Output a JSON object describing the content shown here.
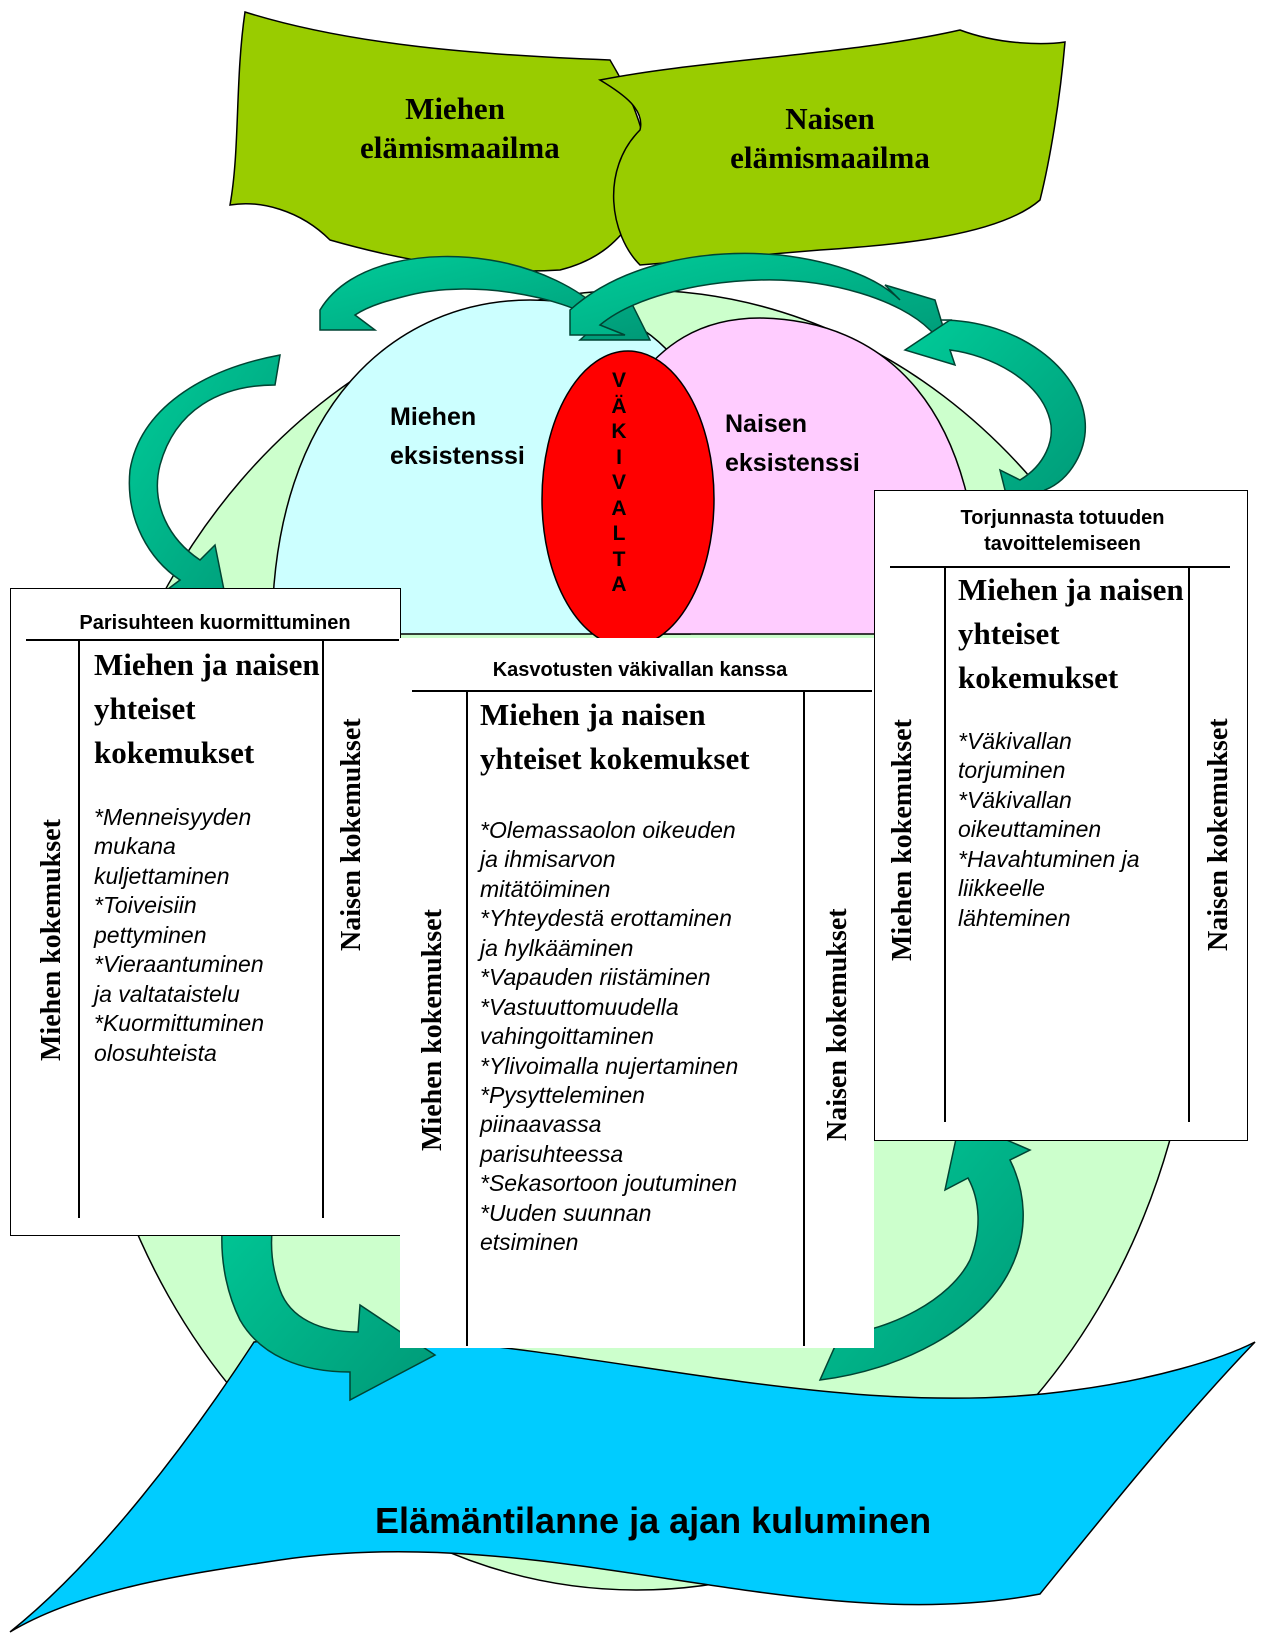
{
  "leaves": {
    "man": "Miehen\nelämismaailma",
    "woman": "Naisen\nelämismaailma"
  },
  "existence": {
    "man": "Miehen\neksistenssi",
    "woman": "Naisen\neksistenssi"
  },
  "violence": "VÄKIVALTA",
  "panels": {
    "left": {
      "title": "Parisuhteen kuormittuminen",
      "shared_title": "Miehen ja naisen\nyhteiset\nkokemukset",
      "man_label": "Miehen kokemukset",
      "woman_label": "Naisen kokemukset",
      "items": [
        "*Menneisyyden\nmukana\nkuljettaminen",
        "*Toiveisiin\npettyminen",
        "*Vieraantuminen\nja valtataistelu",
        "*Kuormittuminen\nolosuhteista"
      ]
    },
    "middle": {
      "title": "Kasvotusten väkivallan kanssa",
      "shared_title": "Miehen ja naisen\nyhteiset kokemukset",
      "man_label": "Miehen kokemukset",
      "woman_label": "Naisen kokemukset",
      "items": [
        "*Olemassaolon oikeuden\nja ihmisarvon\nmitätöiminen",
        "*Yhteydestä erottaminen\nja hylkääminen",
        "*Vapauden riistäminen",
        "*Vastuuttomuudella\nvahingoittaminen",
        "*Ylivoimalla nujertaminen",
        "*Pysytteleminen\npiinaavassa\nparisuhteessa",
        "*Sekasortoon joutuminen",
        "*Uuden suunnan\netsiminen"
      ]
    },
    "right": {
      "title": "Torjunnasta totuuden\ntavoittelemiseen",
      "shared_title": "Miehen ja naisen\nyhteiset\nkokemukset",
      "man_label": "Miehen kokemukset",
      "woman_label": "Naisen kokemukset",
      "items": [
        "*Väkivallan\ntorjuminen",
        "*Väkivallan\noikeuttaminen",
        "*Havahtuminen ja\nliikkeelle\nlähteminen"
      ]
    }
  },
  "bottom_label": "Elämäntilanne ja ajan kuluminen",
  "colors": {
    "leaf": "#99cc00",
    "outer_circle": "#ccffcc",
    "man_existence": "#ccffff",
    "woman_existence": "#ffccff",
    "violence": "#ff0000",
    "arrow_fill": "#00cc99",
    "arrow_dark": "#008066",
    "ribbon": "#00ccff"
  }
}
